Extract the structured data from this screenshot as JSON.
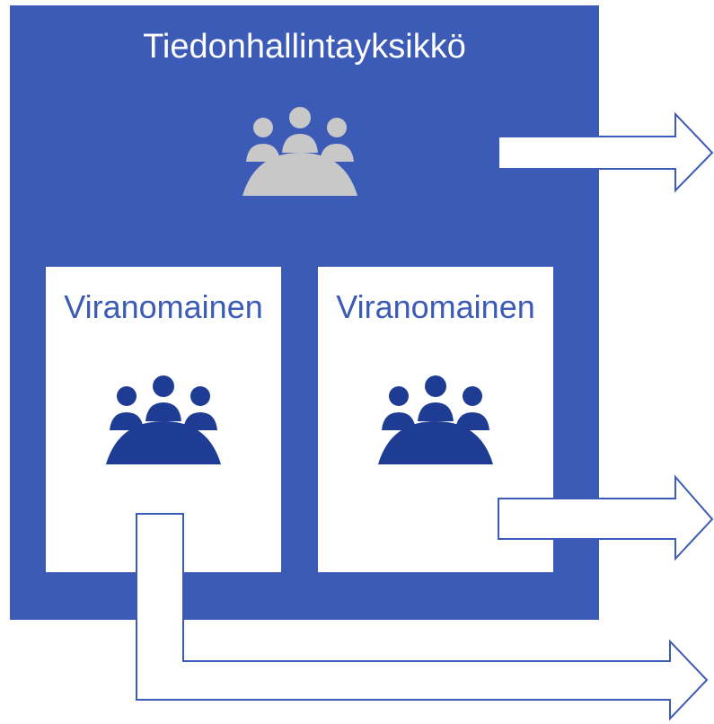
{
  "unit": {
    "title": "Tiedonhallintayksikkö",
    "icon": "people-meeting-icon",
    "icon_color": "#c8c8c8"
  },
  "authorities": [
    {
      "title": "Viranomainen",
      "icon": "people-meeting-icon",
      "icon_color": "#1f3c94"
    },
    {
      "title": "Viranomainen",
      "icon": "people-meeting-icon",
      "icon_color": "#1f3c94"
    }
  ],
  "colors": {
    "unit_background": "#3b5bb6",
    "arrow_stroke": "#3b5bb6",
    "arrow_fill": "#ffffff"
  }
}
